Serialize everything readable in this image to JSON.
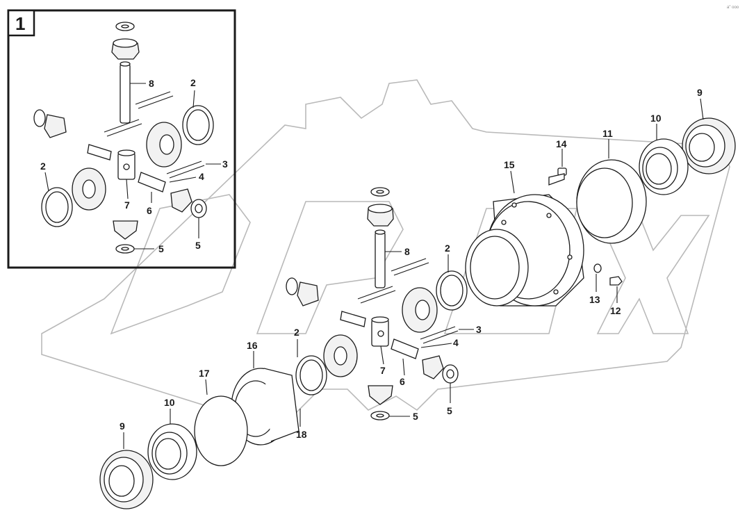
{
  "diagram": {
    "frame_number": "1",
    "corner_mark": "a\" ooo",
    "watermark": "OPEX",
    "callouts": {
      "c1": "9",
      "c2": "10",
      "c3": "11",
      "c4": "14",
      "c5": "15",
      "c6": "13",
      "c7": "12",
      "c8": "8",
      "c9": "2",
      "c10": "3",
      "c11": "4",
      "c12": "6",
      "c13": "7",
      "c14": "5",
      "c15": "5",
      "c16": "16",
      "c17": "2",
      "c18": "17",
      "c19": "10",
      "c20": "9",
      "c21": "18",
      "k1": "8",
      "k2": "2",
      "k3": "2",
      "k4": "3",
      "k5": "4",
      "k6": "7",
      "k7": "6",
      "k8": "5",
      "k9": "5"
    }
  }
}
